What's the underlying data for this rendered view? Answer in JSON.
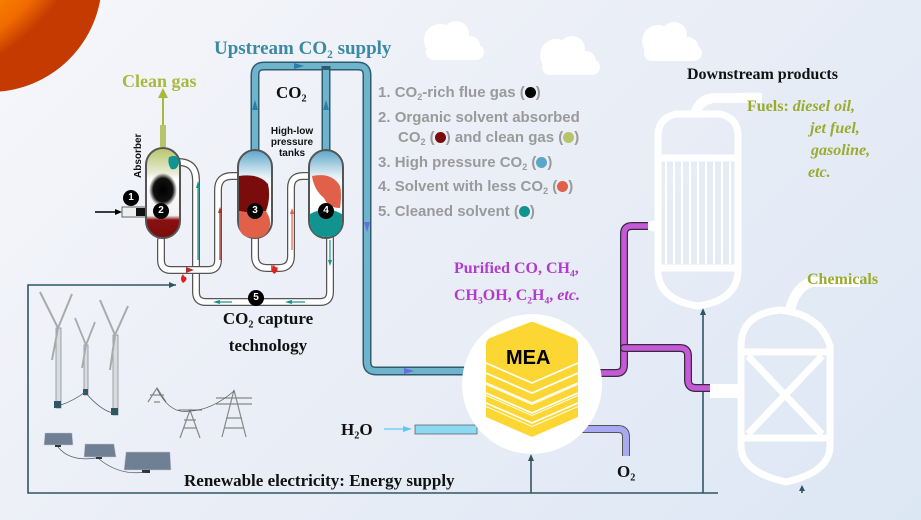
{
  "title": {
    "upstream": "Upstream CO",
    "upstream_sub": "2",
    "upstream_tail": " supply",
    "clean_gas": "Clean gas",
    "co2": "CO",
    "co2_sub": "2",
    "absorber": "Absorber",
    "tanks": [
      "High-low",
      "pressure",
      "tanks"
    ],
    "capture_line1": "CO",
    "capture_sub": "2",
    "capture_tail": " capture",
    "capture_line2": "technology"
  },
  "markers": [
    "1",
    "2",
    "3",
    "4",
    "5"
  ],
  "legend": {
    "items": [
      {
        "num": "1.",
        "parts": [
          "CO",
          "2",
          "-rich flue gas ("
        ],
        "color": "#000000",
        "tail": ")"
      },
      {
        "num": "2.",
        "parts": [
          "Organic solvent absorbed"
        ],
        "color": null,
        "tail": ""
      },
      {
        "num": "",
        "parts": [
          "CO",
          "2",
          " ("
        ],
        "color": "#7a0c0c",
        "tail": ") and clean gas (",
        "color2": "#b7c46a",
        "tail2": ")"
      },
      {
        "num": "3.",
        "parts": [
          "High pressure CO",
          "2",
          " ("
        ],
        "color": "#5aa6c8",
        "tail": ")"
      },
      {
        "num": "4.",
        "parts": [
          "Solvent with less CO",
          "2",
          " ("
        ],
        "color": "#e0604a",
        "tail": ")"
      },
      {
        "num": "5.",
        "parts": [
          "Cleaned solvent ("
        ],
        "color": "#11948f",
        "tail": ")"
      }
    ]
  },
  "downstream": {
    "title": "Downstream products",
    "fuels_label": "Fuels:",
    "fuels": [
      "diesel oil,",
      "jet fuel,",
      "gasoline,",
      "etc."
    ],
    "chemicals": "Chemicals"
  },
  "purified": {
    "line1_a": "Purified CO, CH",
    "line1_sub": "4",
    "line1_b": ",",
    "line2_a": "CH",
    "line2_sub1": "3",
    "line2_b": "OH, C",
    "line2_sub2": "2",
    "line2_c": "H",
    "line2_sub3": "4",
    "line2_d": ", ",
    "line2_etc": "etc."
  },
  "mea": {
    "label": "MEA"
  },
  "h2o": {
    "a": "H",
    "sub": "2",
    "b": "O"
  },
  "o2": {
    "a": "O",
    "sub": "2"
  },
  "renewable": "Renewable electricity: Energy supply",
  "colors": {
    "upstream_blue": "#3a8aa3",
    "clean_gas_green": "#a9b83f",
    "purified_purple": "#b03ccc",
    "fuels_green": "#9aab2f",
    "mea_yellow": "#fcd734",
    "legend_gray": "#9a9a9a",
    "line_dark": "#2f5663"
  }
}
